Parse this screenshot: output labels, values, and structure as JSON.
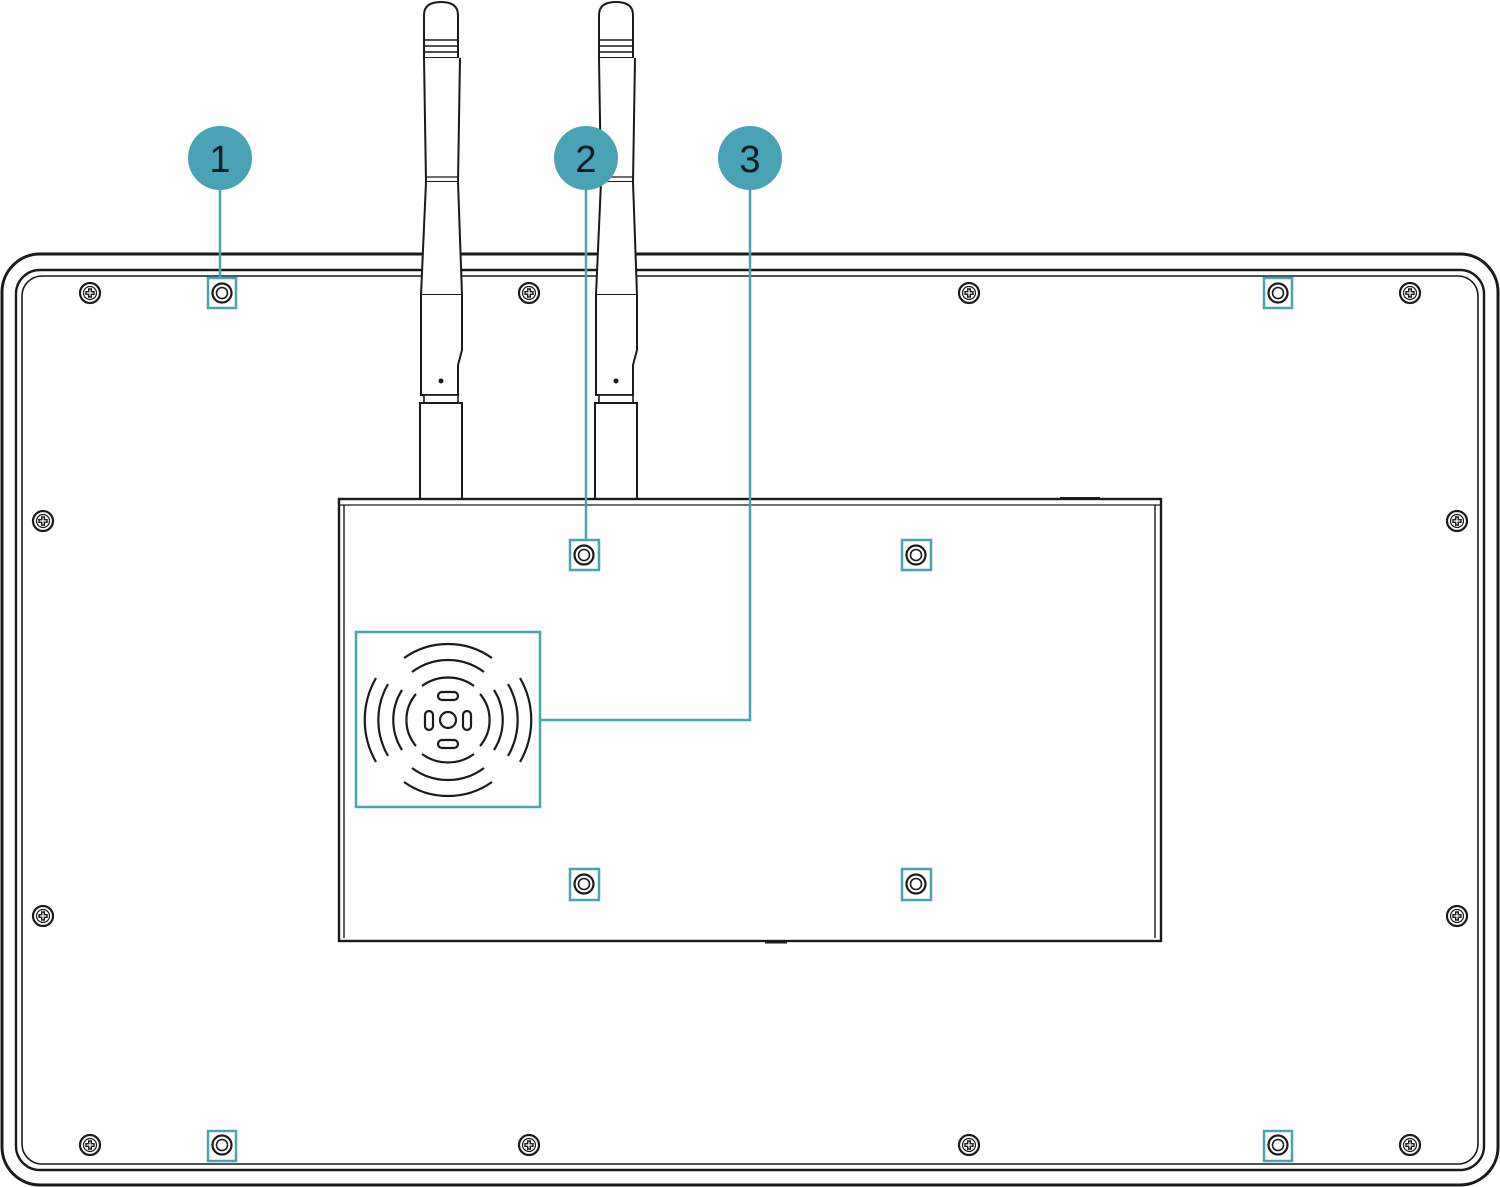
{
  "accent_color": "#4aa3b5",
  "line_color": "#1a1a1a",
  "callouts": [
    {
      "id": "callout-1",
      "label": "1",
      "target": "panel-mount-holes"
    },
    {
      "id": "callout-2",
      "label": "2",
      "target": "vesa-mount-holes"
    },
    {
      "id": "callout-3",
      "label": "3",
      "target": "fan-vent"
    }
  ],
  "icons": {
    "screw": "phillips-screw-icon",
    "mount_hole": "mount-hole-icon",
    "fan": "fan-grille-icon",
    "antenna": "antenna-icon"
  }
}
